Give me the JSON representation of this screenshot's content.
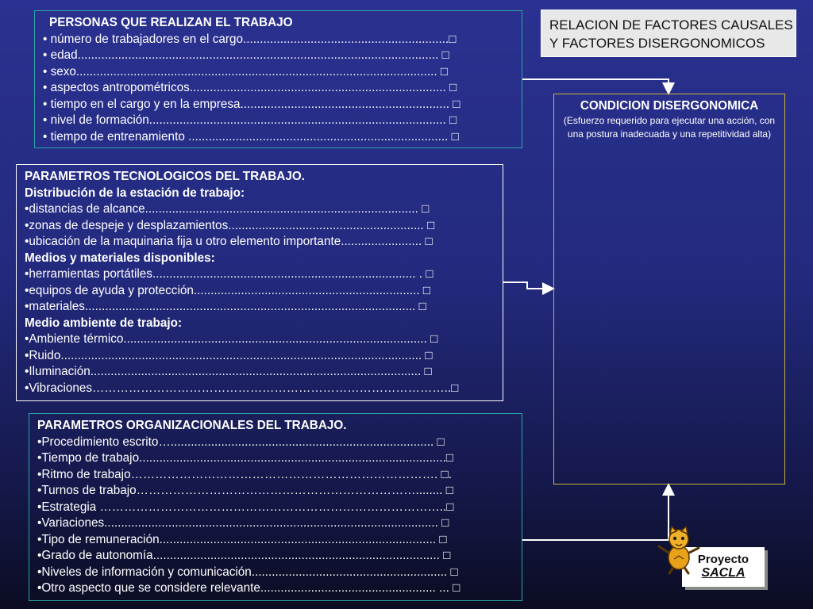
{
  "personas": {
    "title": "PERSONAS  QUE REALIZAN EL TRABAJO",
    "items": [
      "•  número de trabajadores en el cargo.............................................................□",
      "• edad........................................................................................................... □",
      "• sexo........................................................................................................... □",
      "• aspectos antropométricos............................................................................ □",
      "• tiempo en el cargo y en la empresa.............................................................. □",
      "• nivel de formación........................................................................................ □",
      "• tiempo de entrenamiento ............................................................................. □"
    ]
  },
  "tecnologicos": {
    "title": "PARAMETROS TECNOLOGICOS DEL TRABAJO.",
    "sections": [
      {
        "heading": "Distribución de la estación de trabajo:",
        "items": [
          "•distancias de alcance................................................................................. □",
          "•zonas de despeje y desplazamientos.......................................................... □",
          "•ubicación de la maquinaria fija u  otro elemento importante........................ □"
        ]
      },
      {
        "heading": "Medios y materiales disponibles:",
        "items": [
          "•herramientas portátiles.............................................................................. . □",
          "•equipos de ayuda y protección................................................................... □",
          "•materiales.................................................................................................. □"
        ]
      },
      {
        "heading": "Medio ambiente de trabajo:",
        "items": [
          "•Ambiente térmico.......................................................................................... □",
          "•Ruido........................................................................................................... □",
          "•Iluminación.................................................................................................. □",
          "•Vibraciones……………………………………………………………………………..□"
        ]
      }
    ]
  },
  "organizacionales": {
    "title": "PARAMETROS ORGANIZACIONALES DEL TRABAJO.",
    "items": [
      "•Procedimiento escrito….............................................................................. □",
      "•Tiempo de trabajo...........................................................................................□",
      "•Ritmo de trabajo…………………………………………………………………. □.",
      "•Turnos de trabajo……………………………………………………………........ □",
      "•Estrategia …………………………………………………………………………..□",
      "•Variaciones................................................................................................... □",
      "•Tipo de remuneración.................................................................................. □",
      "•Grado de autonomía..................................................................................... □",
      "•Niveles de información y comunicación.......................................................... □",
      "•Otro aspecto que se considere relevante.................................................... ... □"
    ]
  },
  "title_box": {
    "line1": "RELACION DE FACTORES CAUSALES",
    "line2": "Y FACTORES DISERGONOMICOS"
  },
  "condicion": {
    "title": "CONDICION DISERGONOMICA",
    "desc1": "(Esfuerzo requerido para ejecutar una acción, con",
    "desc2": "una postura inadecuada y una repetitividad alta)"
  },
  "logo": {
    "line1": "Proyecto",
    "line2": "SACLA",
    "icon": "cat-mascot-icon"
  },
  "colors": {
    "background": "#232a7e",
    "teal_border": "#2aa6a6",
    "gold_border": "#c8b43a"
  }
}
